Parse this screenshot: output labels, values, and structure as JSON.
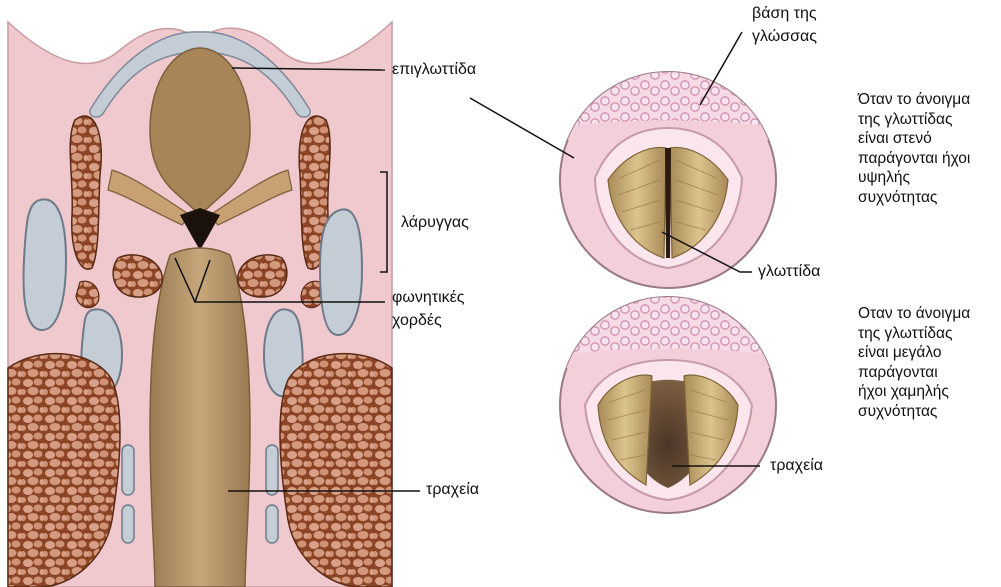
{
  "labels": {
    "epiglottis": "επιγλωττίδα",
    "larynx": "λάρυγγας",
    "vocal_cords_line1": "φωνητικές",
    "vocal_cords_line2": "χορδές",
    "trachea_left": "τραχεία",
    "tongue_base_line1": "βάση της",
    "tongue_base_line2": "γλώσσας",
    "glottis": "γλωττίδα",
    "trachea_right": "τραχεία"
  },
  "captions": {
    "narrow": [
      "Όταν το άνοιγμα",
      "της γλωττίδας",
      "είναι στενό",
      "παράγονται ήχοι",
      "υψηλής",
      "συχνότητας"
    ],
    "wide": [
      "Οταν το άνοιγμα",
      "της γλωττίδας",
      "είναι μεγάλο",
      "παράγονται",
      "ήχοι χαμηλής",
      "συχνότητας"
    ]
  },
  "colors": {
    "tissue": "#f0c9cf",
    "muscle": "#8b4424",
    "muscle_cell": "#d8a089",
    "cartilage": "#c4ccd6",
    "airway": "#b39066",
    "vocal_fold": "#c8a96b",
    "tongue_papillae": "#e9b7cd"
  }
}
